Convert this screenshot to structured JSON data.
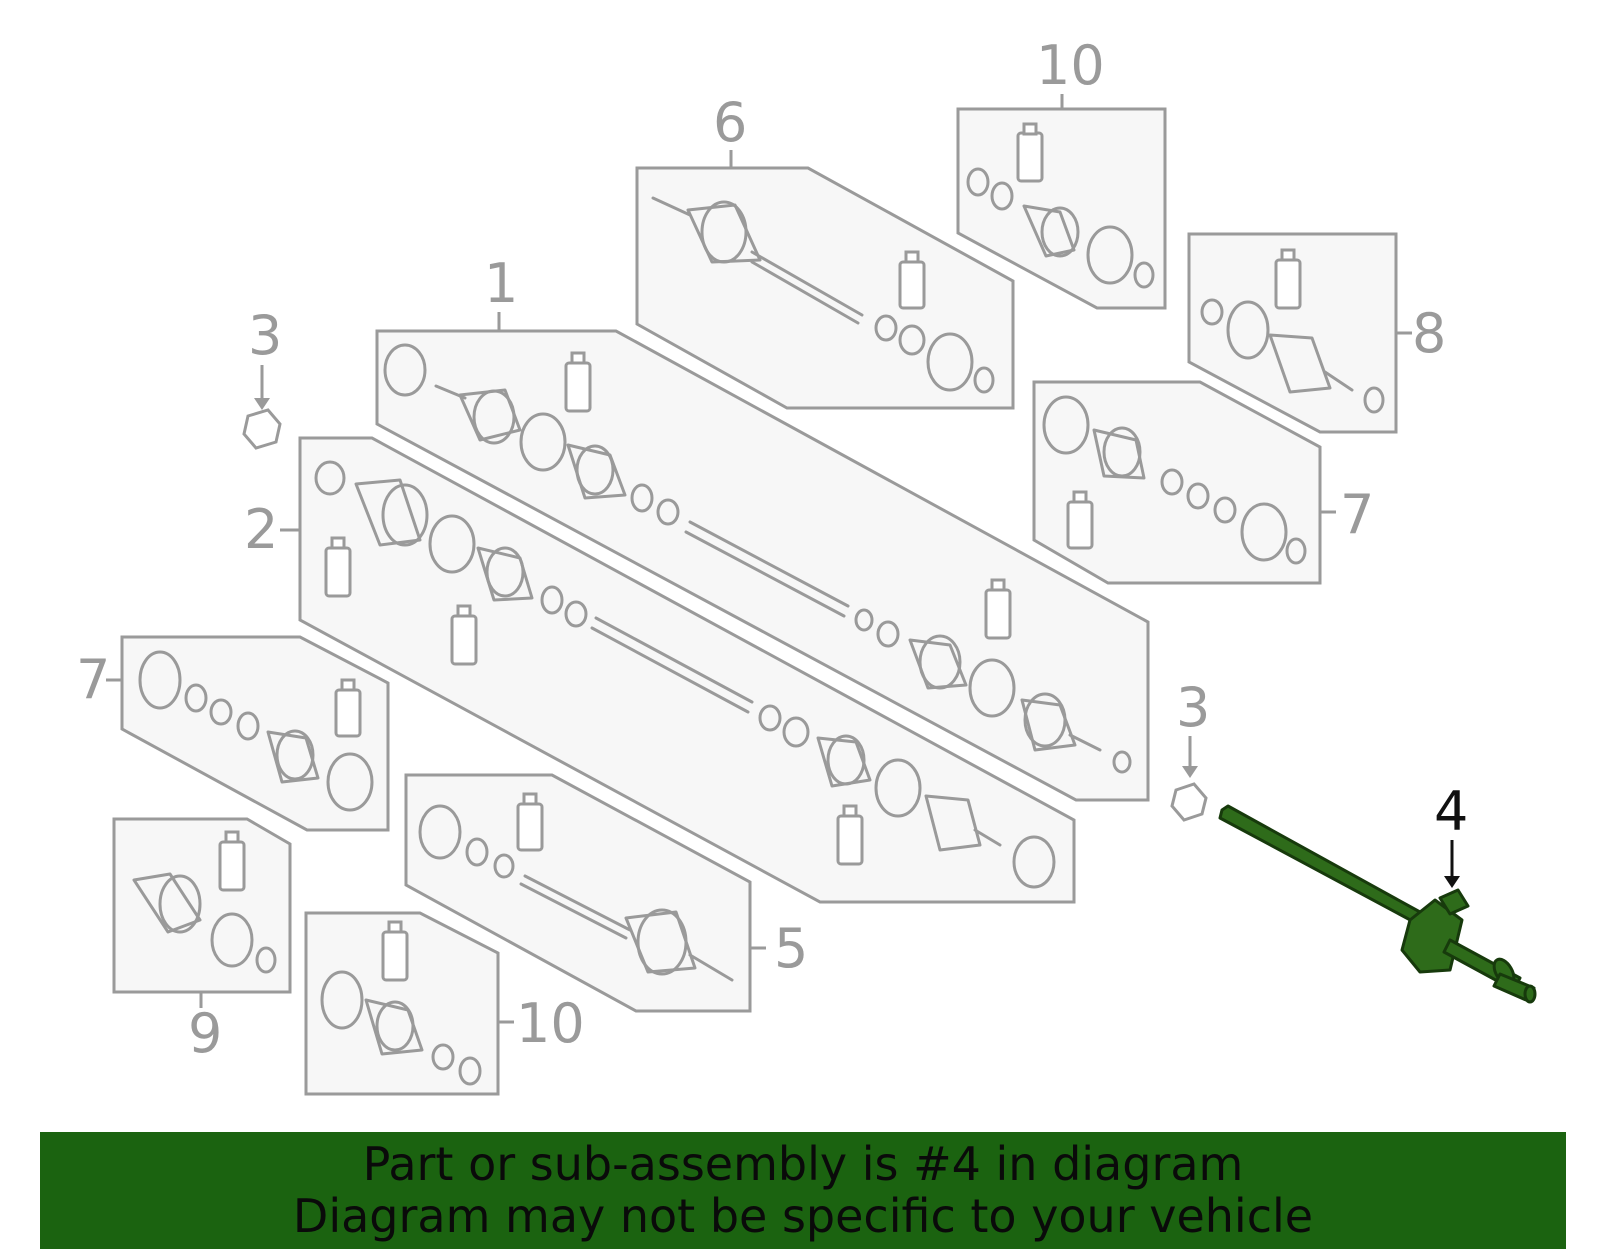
{
  "callouts": {
    "c1": "1",
    "c2": "2",
    "c3a": "3",
    "c3b": "3",
    "c4": "4",
    "c5": "5",
    "c6": "6",
    "c7a": "7",
    "c7b": "7",
    "c8": "8",
    "c9": "9",
    "c10a": "10",
    "c10b": "10"
  },
  "highlighted_part": "4",
  "colors": {
    "highlight": "#2e6b1a",
    "banner": "#1b6310",
    "lines": "#9a9a9a"
  },
  "banner": {
    "line1": "Part or sub-assembly is #4 in diagram",
    "line2": "Diagram may not be specific to your vehicle"
  }
}
